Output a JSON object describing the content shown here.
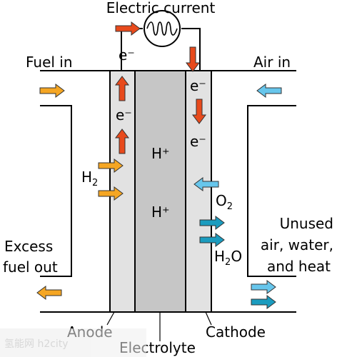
{
  "labels": {
    "electric_current": "Electric current",
    "fuel_in": "Fuel in",
    "air_in": "Air in",
    "electron": "e⁻",
    "h2_base": "H",
    "h2_sub": "2",
    "o2_base": "O",
    "o2_sub": "2",
    "h2o_h": "H",
    "h2o_sub": "2",
    "h2o_o": "O",
    "hplus": "H⁺",
    "excess_line1": "Excess",
    "excess_line2": "fuel out",
    "unused_line1": "Unused",
    "unused_line2": "air, water,",
    "unused_line3": "and heat",
    "anode": "Anode",
    "electrolyte": "Electrolyte",
    "cathode": "Cathode",
    "watermark_text": "氢能网 h2city"
  },
  "colors": {
    "electrode": "#e2e2e2",
    "electrolyte": "#c6c6c6",
    "fuel_arrow": "#f5a623",
    "electron_arrow": "#e84a1c",
    "air_arrow": "#67c6ec",
    "exhaust_arrow": "#1b9cbf",
    "outline": "#000000"
  }
}
